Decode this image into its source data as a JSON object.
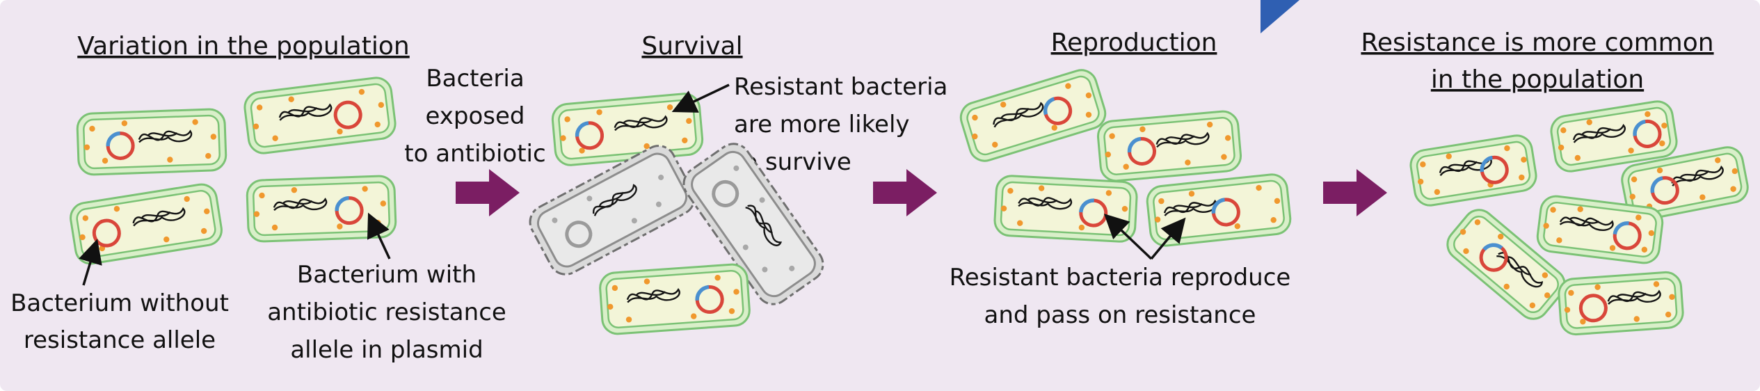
{
  "colors": {
    "background": "#efe7f1",
    "outer_background": "#ffffff",
    "cell_wall": "#7bc275",
    "cell_wall_fill": "#d9efc9",
    "cytoplasm": "#f3f5d8",
    "ribosome": "#f0982d",
    "plasmid_red": "#d9463a",
    "plasmid_blue": "#4a90d0",
    "dead_cell": "#8d8d8d",
    "dead_fill": "#dadada",
    "process_arrow": "#7b1e63",
    "pointer_arrow": "#111111",
    "corner_shape": "#2f5fb2"
  },
  "icons": {
    "process_arrow": "right-arrow-icon",
    "pointer": "pointer-arrow-icon"
  },
  "panels": {
    "variation": {
      "title": "Variation in the population"
    },
    "survival": {
      "title": "Survival"
    },
    "reproduction": {
      "title": "Reproduction"
    },
    "result": {
      "title_line1": "Resistance is more common",
      "title_line2": "in the population"
    }
  },
  "labels": {
    "without_resistance": [
      "Bacterium without",
      "resistance allele"
    ],
    "with_resistance": [
      "Bacterium with",
      "antibiotic resistance",
      "allele in plasmid"
    ],
    "exposed": [
      "Bacteria",
      "exposed",
      "to antibiotic"
    ],
    "survive": [
      "Resistant bacteria",
      "are more likely",
      "to survive"
    ],
    "reproduce": [
      "Resistant bacteria reproduce",
      "and pass on resistance"
    ]
  }
}
